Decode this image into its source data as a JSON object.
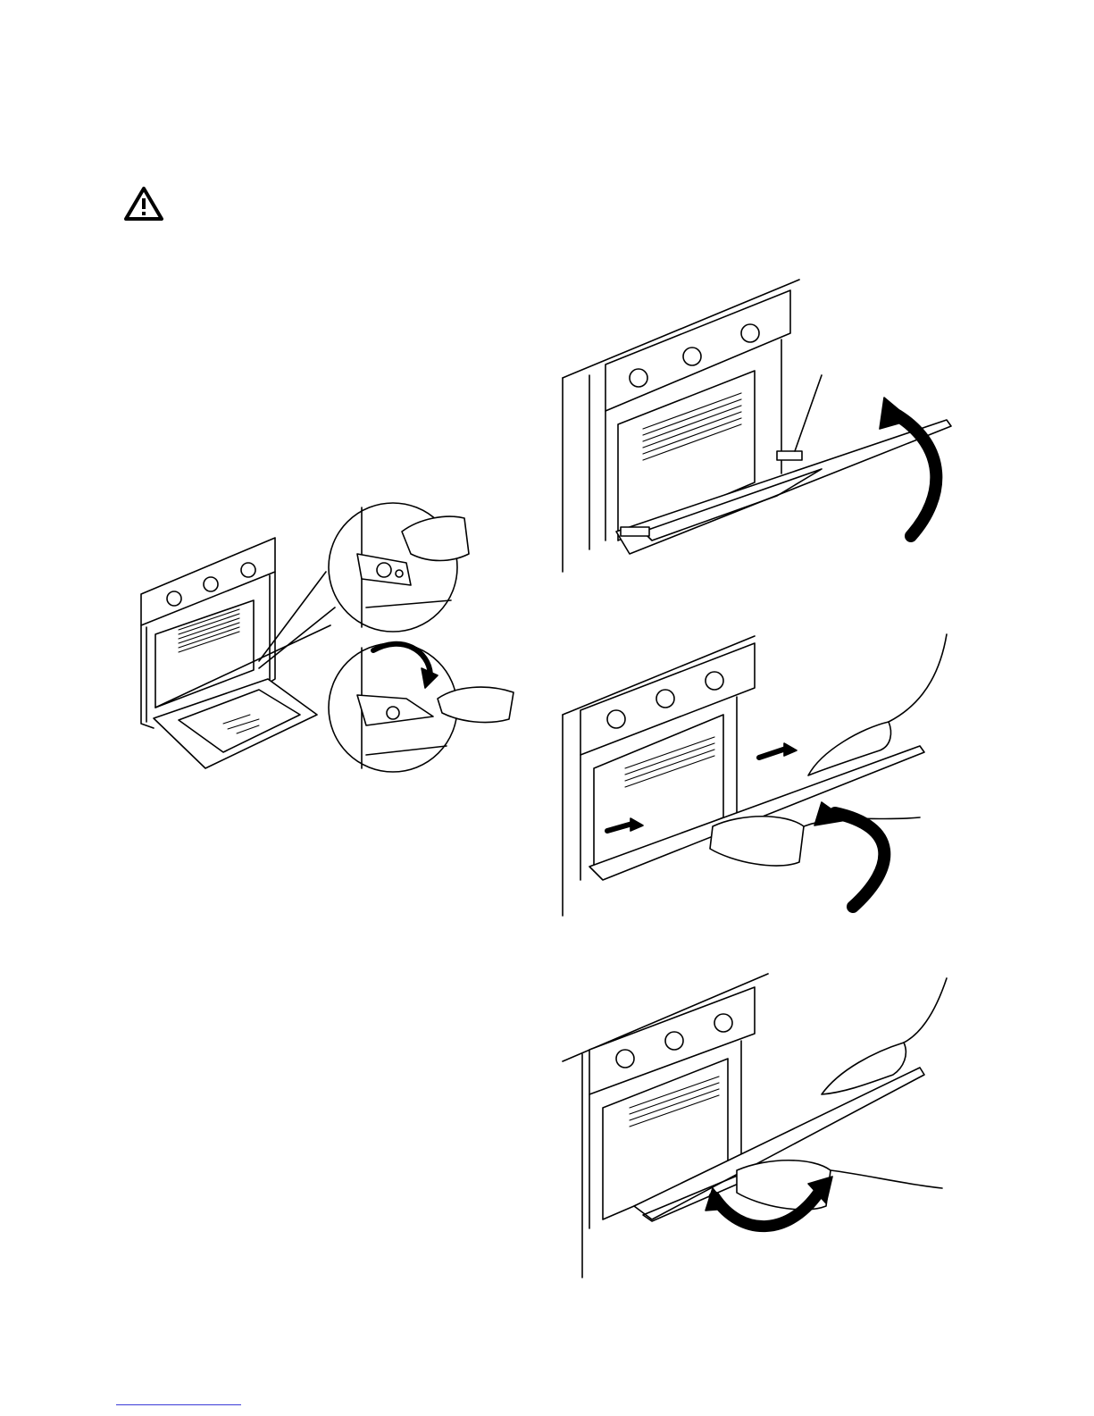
{
  "page": {
    "warning_icon": "warning-triangle-icon",
    "figures": [
      {
        "name": "oven-hinge-release-figure",
        "icon": "oven-door-hinge-illustration"
      },
      {
        "name": "oven-door-raise-figure",
        "icon": "oven-door-open-arrow-illustration"
      },
      {
        "name": "oven-door-lift-off-figure",
        "icon": "oven-door-hands-slide-illustration"
      },
      {
        "name": "oven-door-remove-figure",
        "icon": "oven-door-hands-rotate-illustration"
      }
    ],
    "colors": {
      "ink": "#000000",
      "paper": "#ffffff",
      "link": "#3b3bd8"
    }
  }
}
